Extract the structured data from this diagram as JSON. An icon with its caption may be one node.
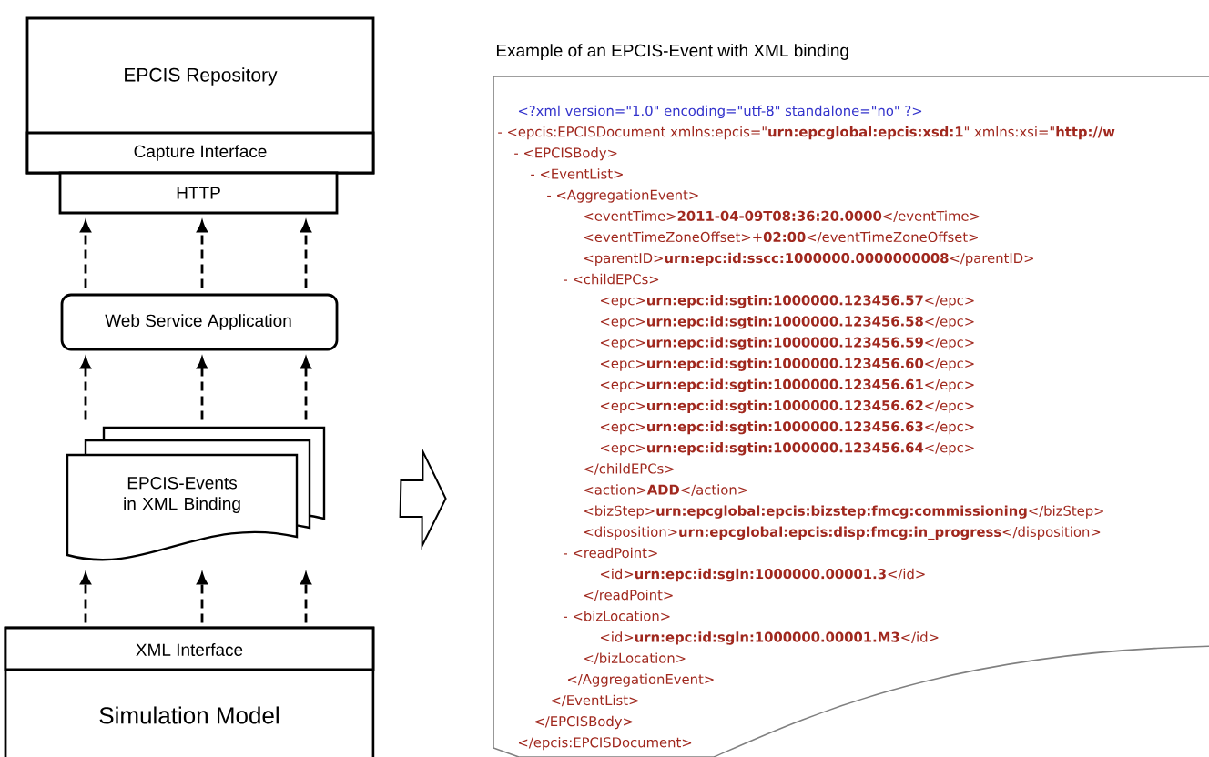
{
  "diagram": {
    "nodes": [
      {
        "text": [
          "EPCIS Repository"
        ]
      },
      {
        "text": [
          "Capture Interface"
        ],
        "in": 0
      },
      {
        "text": [
          "HTTP"
        ]
      },
      {
        "text": [
          "Web Service Application"
        ]
      },
      {
        "text": [
          "EPCIS-Events in XML Binding"
        ]
      },
      {
        "text": [
          "Simulation Model"
        ]
      },
      {
        "text": [
          "XML Interface"
        ],
        "in": 5
      },
      {
        "text": [
          "Example of an EPCIS-Event with XML binding",
          "<?xml version=\"1.0\" encoding=\"utf-8\" standalone=\"no\" ?>",
          "- <epcis:EPCISDocument xmlns:epcis=\"**urn:epcglobal:epcis:xsd:1**\" xmlns:xsi=\"**http://w**",
          "- <EPCISBody>",
          "- <EventList>",
          "- <AggregationEvent>",
          "<eventTime>**2011-04-09T08:36:20.0000**</eventTime>",
          "<eventTimeZoneOffset>**+02:00**</eventTimeZoneOffset>",
          "<parentID>**urn:epc:id:sscc:1000000.0000000008**</parentID>",
          "- <childEPCs>",
          "<epc>**urn:epc:id:sgtin:1000000.123456.57**</epc>",
          "<epc>**urn:epc:id:sgtin:1000000.123456.58**</epc>",
          "<epc>**urn:epc:id:sgtin:1000000.123456.59**</epc>",
          "<epc>**urn:epc:id:sgtin:1000000.123456.60**</epc>",
          "<epc>**urn:epc:id:sgtin:1000000.123456.61**</epc>",
          "<epc>**urn:epc:id:sgtin:1000000.123456.62**</epc>",
          "<epc>**urn:epc:id:sgtin:1000000.123456.63**</epc>",
          "<epc>**urn:epc:id:sgtin:1000000.123456.64**</epc>",
          "</childEPCs>",
          "<action>**ADD**</action>",
          "<bizStep>**urn:epcglobal:epcis:bizstep:fmcg:commissioning**</bizStep>",
          "<disposition>**urn:epcglobal:epcis:disp:fmcg:in_progress**</disposition>",
          "- <readPoint>",
          "<id>**urn:epc:id:sgln:1000000.00001.3**</id>",
          "</readPoint>",
          "- <bizLocation>",
          "<id>**urn:epc:id:sgln:1000000.00001.M3**</id>",
          "</bizLocation>",
          "</AggregationEvent>",
          "</EventList>",
          "</EPCISBody>",
          "</epcis:EPCISDocument>"
        ]
      }
    ],
    "edges": [
      {
        "from": 6,
        "to": 4,
        "arrow": "to",
        "style": "dashed"
      },
      {
        "from": 6,
        "to": 4,
        "arrow": "to",
        "style": "dashed"
      },
      {
        "from": 6,
        "to": 4,
        "arrow": "to",
        "style": "dashed"
      },
      {
        "from": 4,
        "to": 3,
        "arrow": "to",
        "style": "dashed"
      },
      {
        "from": 4,
        "to": 3,
        "arrow": "to",
        "style": "dashed"
      },
      {
        "from": 4,
        "to": 3,
        "arrow": "to",
        "style": "dashed"
      },
      {
        "from": 3,
        "to": 2,
        "arrow": "to",
        "style": "dashed"
      },
      {
        "from": 3,
        "to": 2,
        "arrow": "to",
        "style": "dashed"
      },
      {
        "from": 3,
        "to": 2,
        "arrow": "to",
        "style": "dashed"
      },
      {
        "from": 4,
        "to": 7,
        "arrow": "to"
      }
    ]
  }
}
